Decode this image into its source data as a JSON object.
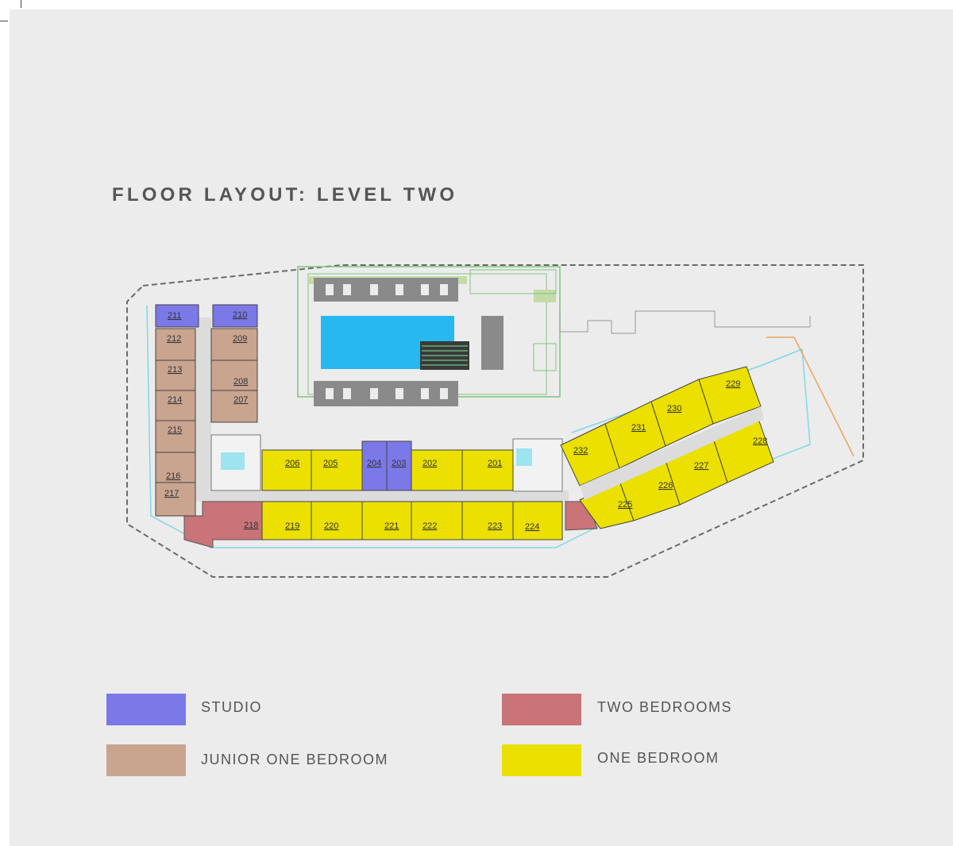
{
  "title": "FLOOR LAYOUT: LEVEL TWO",
  "colors": {
    "studio": "#7b78e8",
    "junior": "#c9a48f",
    "two_bed": "#c87478",
    "one_bed": "#ebe000",
    "background": "#ececec",
    "pool": "#27b8f0"
  },
  "legend": [
    {
      "key": "studio",
      "label": "STUDIO"
    },
    {
      "key": "two_bed",
      "label": "TWO BEDROOMS"
    },
    {
      "key": "junior",
      "label": "JUNIOR ONE BEDROOM"
    },
    {
      "key": "one_bed",
      "label": "ONE BEDROOM"
    }
  ],
  "units": {
    "u201": "201",
    "u202": "202",
    "u203": "203",
    "u204": "204",
    "u205": "205",
    "u206": "206",
    "u207": "207",
    "u208": "208",
    "u209": "209",
    "u210": "210",
    "u211": "211",
    "u212": "212",
    "u213": "213",
    "u214": "214",
    "u215": "215",
    "u216": "216",
    "u217": "217",
    "u218": "218",
    "u219": "219",
    "u220": "220",
    "u221": "221",
    "u222": "222",
    "u223": "223",
    "u224": "224",
    "u225": "225",
    "u226": "226",
    "u227": "227",
    "u228": "228",
    "u229": "229",
    "u230": "230",
    "u231": "231",
    "u232": "232"
  }
}
